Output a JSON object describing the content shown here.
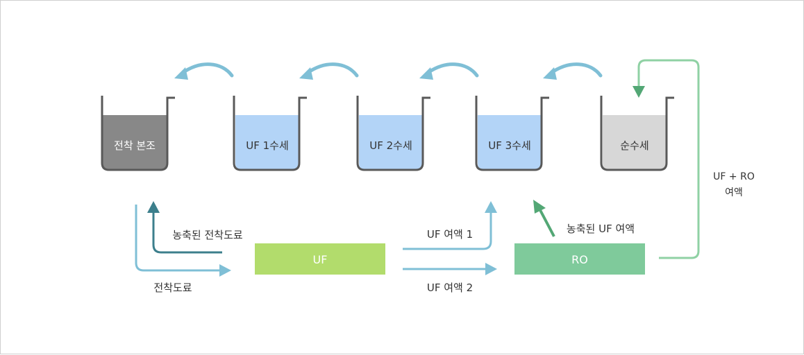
{
  "tanks": [
    {
      "label": "전착 본조",
      "fill": "#888888",
      "text_color": "#ffffff"
    },
    {
      "label": "UF 1수세",
      "fill": "#b3d4f7",
      "text_color": "#333333"
    },
    {
      "label": "UF 2수세",
      "fill": "#b3d4f7",
      "text_color": "#333333"
    },
    {
      "label": "UF 3수세",
      "fill": "#b3d4f7",
      "text_color": "#333333"
    },
    {
      "label": "순수세",
      "fill": "#d7d7d7",
      "text_color": "#333333"
    }
  ],
  "units": {
    "uf": {
      "label": "UF",
      "fill": "#b2dc6c"
    },
    "ro": {
      "label": "RO",
      "fill": "#7fca9b"
    }
  },
  "labels": {
    "concentrated_paint": "농축된 전착도료",
    "paint": "전착도료",
    "uf_permeate_1": "UF 여액 1",
    "uf_permeate_2": "UF 여액 2",
    "concentrated_uf_permeate": "농축된 UF 여액",
    "uf_ro_line1": "UF + RO",
    "uf_ro_line2": "여액"
  },
  "colors": {
    "light_blue_arrow": "#7fbfd6",
    "dark_teal_arrow": "#3c7f8c",
    "green_arrow": "#53a775",
    "light_green_line": "#8fd1a4",
    "tank_outline": "#595959",
    "label_text": "#333333"
  }
}
